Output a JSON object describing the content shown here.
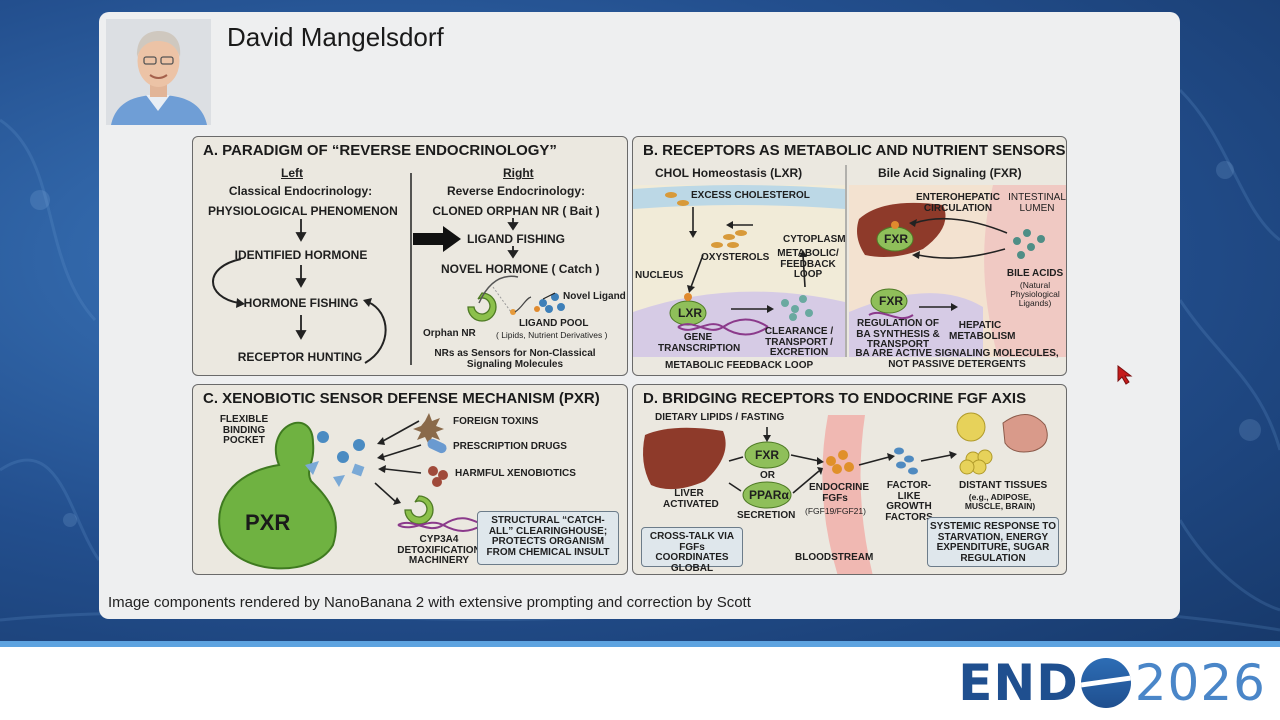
{
  "presenter": {
    "name": "David Mangelsdorf"
  },
  "caption": "Image components rendered by NanoBanana 2 with extensive prompting and correction by Scott",
  "logo": {
    "word_left": "END",
    "word_year": "2026"
  },
  "colors": {
    "panel_bg": "#eeeff0",
    "logo_navy": "#1f4f8f",
    "logo_light": "#4a86c8"
  },
  "figure": {
    "a": {
      "title": "A. PARADIGM OF “REVERSE ENDOCRINOLOGY”",
      "left_head": "Left",
      "left_sub": "Classical Endocrinology:",
      "left_items": [
        "PHYSIOLOGICAL PHENOMENON",
        "IDENTIFIED HORMONE",
        "HORMONE FISHING",
        "RECEPTOR HUNTING"
      ],
      "right_head": "Right",
      "right_sub": "Reverse Endocrinology:",
      "right_items": [
        "CLONED ORPHAN NR ( Bait )",
        "LIGAND FISHING",
        "NOVEL HORMONE ( Catch )"
      ],
      "orphan_nr": "Orphan NR",
      "ligand_pool": "LIGAND POOL",
      "ligand_pool_sub": "( Lipids, Nutrient Derivatives )",
      "novel_ligand": "Novel Ligand",
      "footer": "NRs as Sensors for Non-Classical Signaling Molecules"
    },
    "b": {
      "title": "B. RECEPTORS AS METABOLIC AND NUTRIENT SENSORS",
      "left_sub": "CHOL Homeostasis (LXR)",
      "right_sub": "Bile Acid Signaling (FXR)",
      "excess_cholesterol": "EXCESS CHOLESTEROL",
      "cytoplasm": "CYTOPLASM",
      "oxysterols": "OXYSTEROLS",
      "feedback_loop": "METABOLIC/ FEEDBACK LOOP",
      "nucleus": "NUCLEUS",
      "lxr": "LXR",
      "gene_transcription": "GENE TRANSCRIPTION",
      "clearance": "CLEARANCE / TRANSPORT / EXCRETION",
      "metabolic_feedback": "METABOLIC FEEDBACK LOOP",
      "enterohepatic": "ENTEROHEPATIC CIRCULATION",
      "intestinal_lumen": "INTESTINAL LUMEN",
      "fxr": "FXR",
      "bile_acids": "BILE ACIDS",
      "bile_acids_sub": "(Natural Physiological Ligands)",
      "regulation": "REGULATION OF BA SYNTHESIS & TRANSPORT",
      "hepatic": "HEPATIC METABOLISM",
      "footer": "BA ARE ACTIVE SIGNALING MOLECULES, NOT PASSIVE DETERGENTS"
    },
    "c": {
      "title": "C. XENOBIOTIC SENSOR DEFENSE MECHANISM (PXR)",
      "pocket": "FLEXIBLE BINDING POCKET",
      "pxr": "PXR",
      "toxins": "FOREIGN TOXINS",
      "drugs": "PRESCRIPTION DRUGS",
      "xenobiotics": "HARMFUL XENOBIOTICS",
      "cyp": "CYP3A4 DETOXIFICATION MACHINERY",
      "note": "STRUCTURAL “CATCH-ALL” CLEARINGHOUSE; PROTECTS ORGANISM FROM CHEMICAL INSULT"
    },
    "d": {
      "title": "D. BRIDGING RECEPTORS TO ENDOCRINE FGF AXIS",
      "dietary": "DIETARY LIPIDS / FASTING",
      "fxr": "FXR",
      "or": "OR",
      "ppar": "PPARα",
      "liver": "LIVER ACTIVATED",
      "secretion": "SECRETION",
      "endocrine": "ENDOCRINE FGFs",
      "fgf_sub": "(FGF19/FGF21)",
      "bloodstream": "BLOODSTREAM",
      "factor": "FACTOR-LIKE GROWTH FACTORS",
      "distant": "DISTANT TISSUES",
      "distant_sub": "(e.g., ADIPOSE, MUSCLE, BRAIN)",
      "crosstalk": "CROSS-TALK VIA FGFs COORDINATES GLOBAL METABOLISM",
      "systemic": "SYSTEMIC RESPONSE TO STARVATION, ENERGY EXPENDITURE, SUGAR REGULATION"
    }
  }
}
